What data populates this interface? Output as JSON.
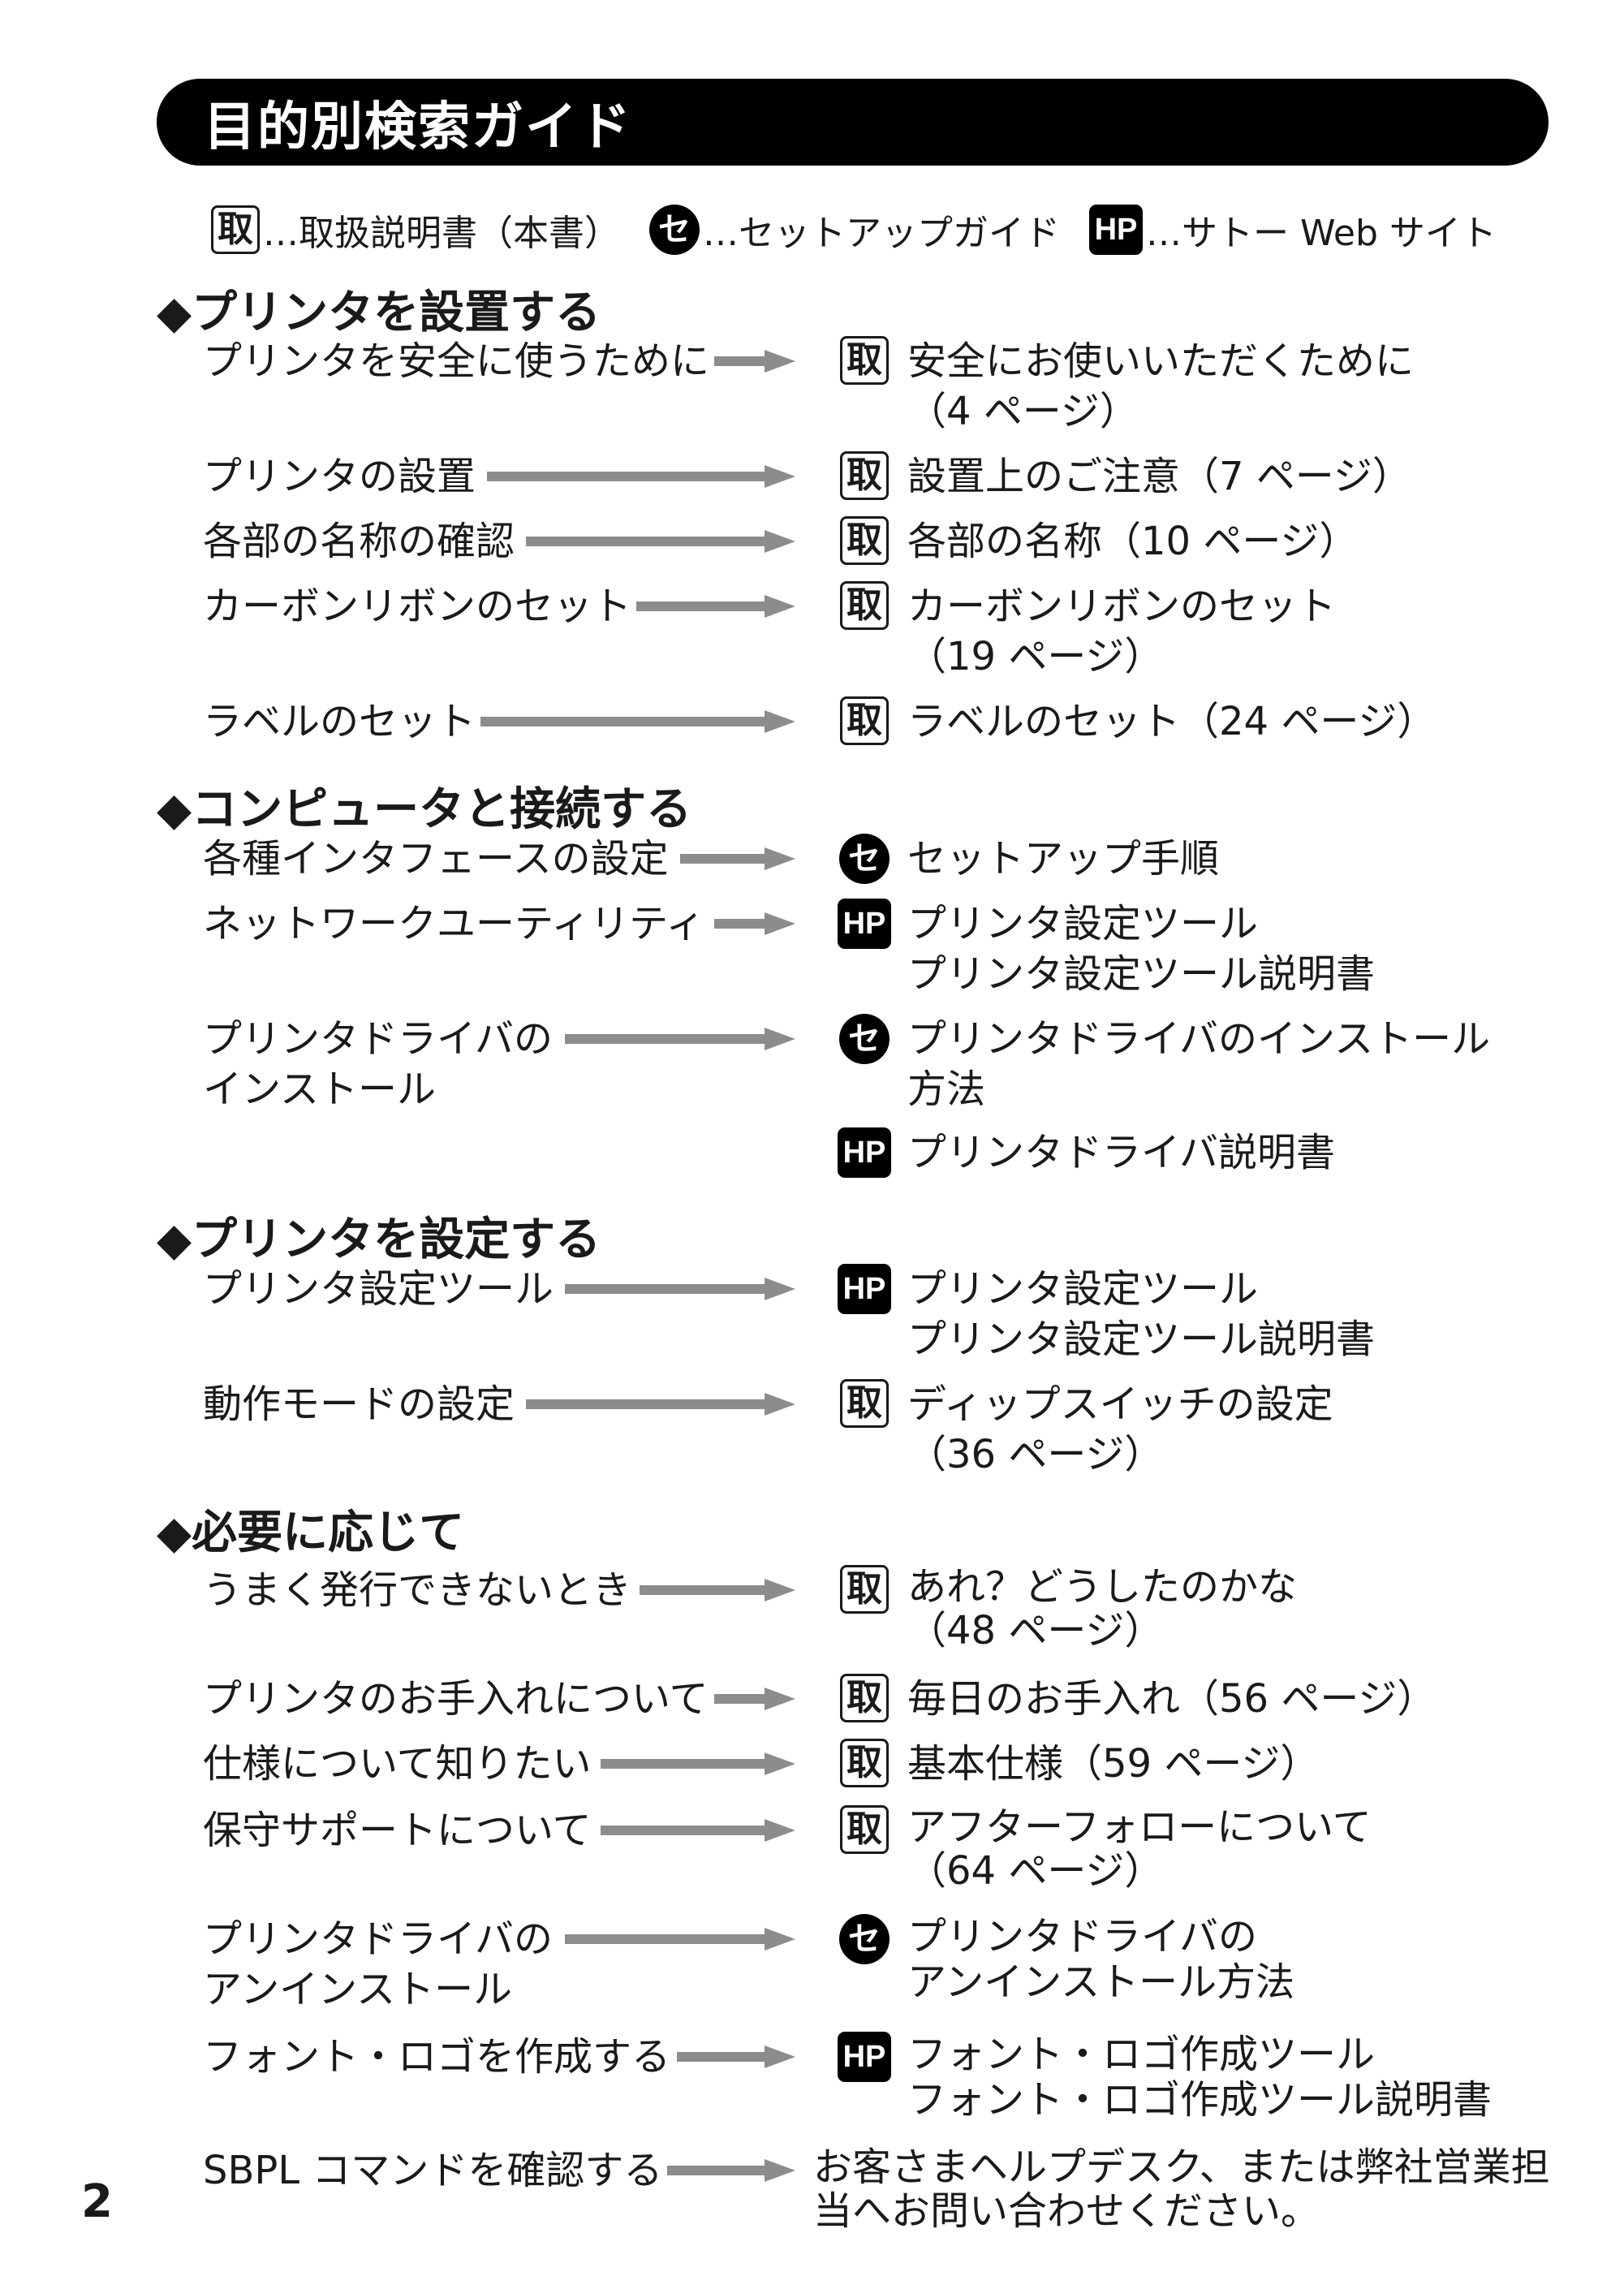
{
  "title": "目的別検索ガイド",
  "legend": {
    "tori_badge": "取",
    "tori_text": "…取扱説明書（本書）",
    "se_badge": "セ",
    "se_text": "…セットアップガイド",
    "hp_badge": "HP",
    "hp_text": "…サトー Web サイト"
  },
  "sections": [
    {
      "heading": "◆プリンタを設置する",
      "rows": [
        {
          "left": "プリンタを安全に使うために",
          "entries": [
            {
              "icon": "取",
              "text": "安全にお使いいただくために\n（4 ページ）"
            }
          ]
        },
        {
          "left": "プリンタの設置",
          "entries": [
            {
              "icon": "取",
              "text": "設置上のご注意（7 ページ）"
            }
          ]
        },
        {
          "left": "各部の名称の確認",
          "entries": [
            {
              "icon": "取",
              "text": "各部の名称（10 ページ）"
            }
          ]
        },
        {
          "left": "カーボンリボンのセット",
          "entries": [
            {
              "icon": "取",
              "text": "カーボンリボンのセット\n（19 ページ）"
            }
          ]
        },
        {
          "left": "ラベルのセット",
          "entries": [
            {
              "icon": "取",
              "text": "ラベルのセット（24 ページ）"
            }
          ]
        }
      ]
    },
    {
      "heading": "◆コンピュータと接続する",
      "rows": [
        {
          "left": "各種インタフェースの設定",
          "entries": [
            {
              "icon": "セ",
              "text": "セットアップ手順"
            }
          ]
        },
        {
          "left": "ネットワークユーティリティ",
          "entries": [
            {
              "icon": "HP",
              "text": "プリンタ設定ツール\nプリンタ設定ツール説明書"
            }
          ]
        },
        {
          "left": "プリンタドライバの\nインストール",
          "entries": [
            {
              "icon": "セ",
              "text": "プリンタドライバのインストール\n方法"
            },
            {
              "icon": "HP",
              "text": "プリンタドライバ説明書"
            }
          ]
        }
      ]
    },
    {
      "heading": "◆プリンタを設定する",
      "rows": [
        {
          "left": "プリンタ設定ツール",
          "entries": [
            {
              "icon": "HP",
              "text": "プリンタ設定ツール\nプリンタ設定ツール説明書"
            }
          ]
        },
        {
          "left": "動作モードの設定",
          "entries": [
            {
              "icon": "取",
              "text": "ディップスイッチの設定\n（36 ページ）"
            }
          ]
        }
      ]
    },
    {
      "heading": "◆必要に応じて",
      "rows": [
        {
          "left": "うまく発行できないとき",
          "entries": [
            {
              "icon": "取",
              "text": "あれ？どうしたのかな\n（48 ページ）"
            }
          ]
        },
        {
          "left": "プリンタのお手入れについて",
          "entries": [
            {
              "icon": "取",
              "text": "毎日のお手入れ（56 ページ）"
            }
          ]
        },
        {
          "left": "仕様について知りたい",
          "entries": [
            {
              "icon": "取",
              "text": "基本仕様（59 ページ）"
            }
          ]
        },
        {
          "left": "保守サポートについて",
          "entries": [
            {
              "icon": "取",
              "text": "アフターフォローについて\n（64 ページ）"
            }
          ]
        },
        {
          "left": "プリンタドライバの\nアンインストール",
          "entries": [
            {
              "icon": "セ",
              "text": "プリンタドライバの\nアンインストール方法"
            }
          ]
        },
        {
          "left": "フォント・ロゴを作成する",
          "entries": [
            {
              "icon": "HP",
              "text": "フォント・ロゴ作成ツール\nフォント・ロゴ作成ツール説明書"
            }
          ]
        },
        {
          "left": "SBPL コマンドを確認する",
          "entries": [
            {
              "icon": "",
              "text": "お客さまヘルプデスク、または弊社営業担\n当へお問い合わせください。"
            }
          ]
        }
      ]
    }
  ],
  "page_number": "2"
}
